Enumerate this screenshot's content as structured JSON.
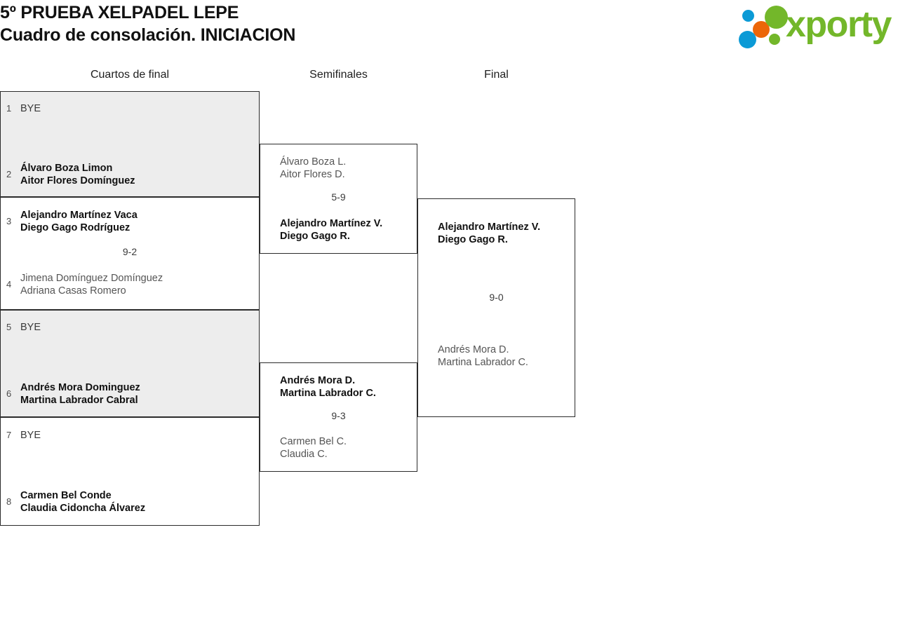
{
  "header": {
    "title_line1": "5º PRUEBA XELPADEL LEPE",
    "title_line2": "Cuadro de consolación. INICIACION",
    "brand_name": "xporty",
    "brand_colors": {
      "green": "#73b72a",
      "blue": "#0b9ad6",
      "orange": "#ec6608"
    }
  },
  "rounds": [
    {
      "label": "Cuartos de final"
    },
    {
      "label": "Semifinales"
    },
    {
      "label": "Final"
    }
  ],
  "bracket": {
    "round1": [
      {
        "shaded": true,
        "score": "",
        "top": {
          "seed": "1",
          "state": "bye",
          "line1": "BYE",
          "line2": ""
        },
        "bottom": {
          "seed": "2",
          "state": "winner",
          "line1": "Álvaro Boza Limon",
          "line2": "Aitor Flores Domínguez"
        }
      },
      {
        "shaded": false,
        "score": "9-2",
        "top": {
          "seed": "3",
          "state": "winner",
          "line1": "Alejandro Martínez Vaca",
          "line2": "Diego Gago Rodríguez"
        },
        "bottom": {
          "seed": "4",
          "state": "loser",
          "line1": "Jimena Domínguez Domínguez",
          "line2": "Adriana Casas Romero"
        }
      },
      {
        "shaded": true,
        "score": "",
        "top": {
          "seed": "5",
          "state": "bye",
          "line1": "BYE",
          "line2": ""
        },
        "bottom": {
          "seed": "6",
          "state": "winner",
          "line1": "Andrés Mora Dominguez",
          "line2": "Martina Labrador Cabral"
        }
      },
      {
        "shaded": false,
        "score": "",
        "top": {
          "seed": "7",
          "state": "bye",
          "line1": "BYE",
          "line2": ""
        },
        "bottom": {
          "seed": "8",
          "state": "winner",
          "line1": "Carmen Bel Conde",
          "line2": "Claudia Cidoncha Álvarez"
        }
      }
    ],
    "round2": [
      {
        "shaded": false,
        "score": "5-9",
        "top": {
          "seed": "",
          "state": "loser",
          "line1": "Álvaro Boza L.",
          "line2": "Aitor Flores D."
        },
        "bottom": {
          "seed": "",
          "state": "winner",
          "line1": "Alejandro Martínez V.",
          "line2": "Diego Gago R."
        }
      },
      {
        "shaded": false,
        "score": "9-3",
        "top": {
          "seed": "",
          "state": "winner",
          "line1": "Andrés Mora D.",
          "line2": "Martina Labrador C."
        },
        "bottom": {
          "seed": "",
          "state": "loser",
          "line1": "Carmen Bel C.",
          "line2": "Claudia C."
        }
      }
    ],
    "round3": [
      {
        "shaded": false,
        "score": "9-0",
        "top": {
          "seed": "",
          "state": "winner",
          "line1": "Alejandro Martínez V.",
          "line2": "Diego Gago R."
        },
        "bottom": {
          "seed": "",
          "state": "loser",
          "line1": "Andrés Mora D.",
          "line2": "Martina Labrador C."
        }
      }
    ]
  }
}
